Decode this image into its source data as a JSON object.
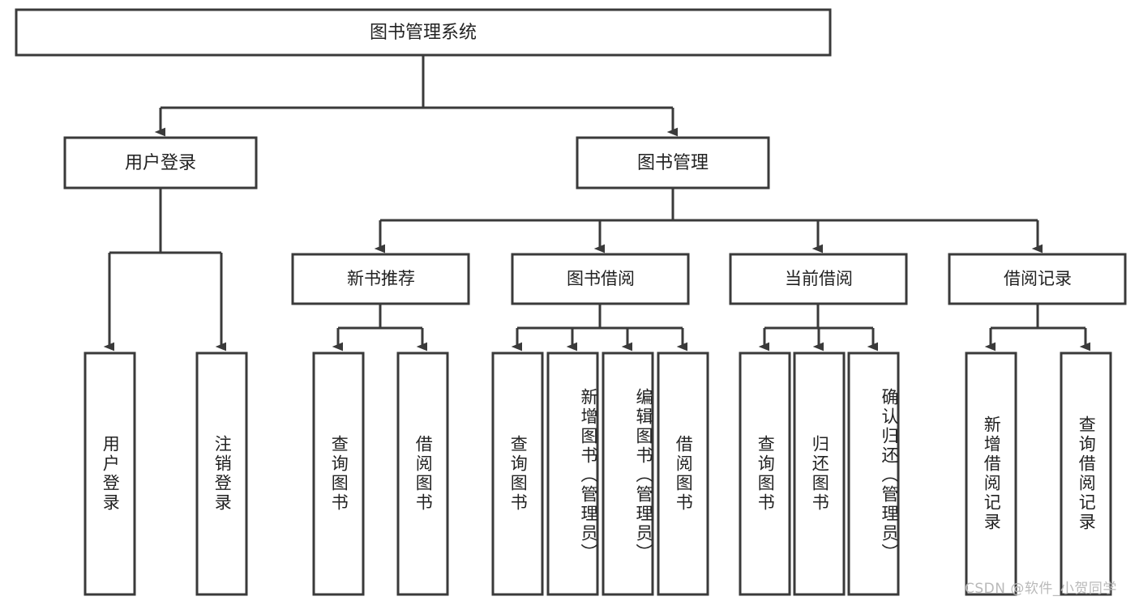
{
  "diagram": {
    "title": "图书管理系统",
    "type": "tree",
    "watermark": "CSDN @软件_小贺同学",
    "colors": {
      "box_stroke": "#3a3a3a",
      "box_fill": "#ffffff",
      "text": "#222222",
      "watermark": "#b9b9b9",
      "background": "#ffffff"
    },
    "root": {
      "label": "图书管理系统"
    },
    "level2": [
      {
        "label": "用户登录"
      },
      {
        "label": "图书管理"
      }
    ],
    "level3": [
      {
        "label": "新书推荐"
      },
      {
        "label": "图书借阅"
      },
      {
        "label": "当前借阅"
      },
      {
        "label": "借阅记录"
      }
    ],
    "leaves": {
      "user_login": [
        {
          "label": "用户登录"
        },
        {
          "label": "注销登录"
        }
      ],
      "new_book_recommend": [
        {
          "label": "查询图书"
        },
        {
          "label": "借阅图书"
        }
      ],
      "book_borrow": [
        {
          "label": "查询图书"
        },
        {
          "label": "新增图书（管理员）"
        },
        {
          "label": "编辑图书（管理员）"
        },
        {
          "label": "借阅图书"
        }
      ],
      "current_borrow": [
        {
          "label": "查询图书"
        },
        {
          "label": "归还图书"
        },
        {
          "label": "确认归还（管理员）"
        }
      ],
      "borrow_records": [
        {
          "label": "新增借阅记录"
        },
        {
          "label": "查询借阅记录"
        }
      ]
    }
  }
}
